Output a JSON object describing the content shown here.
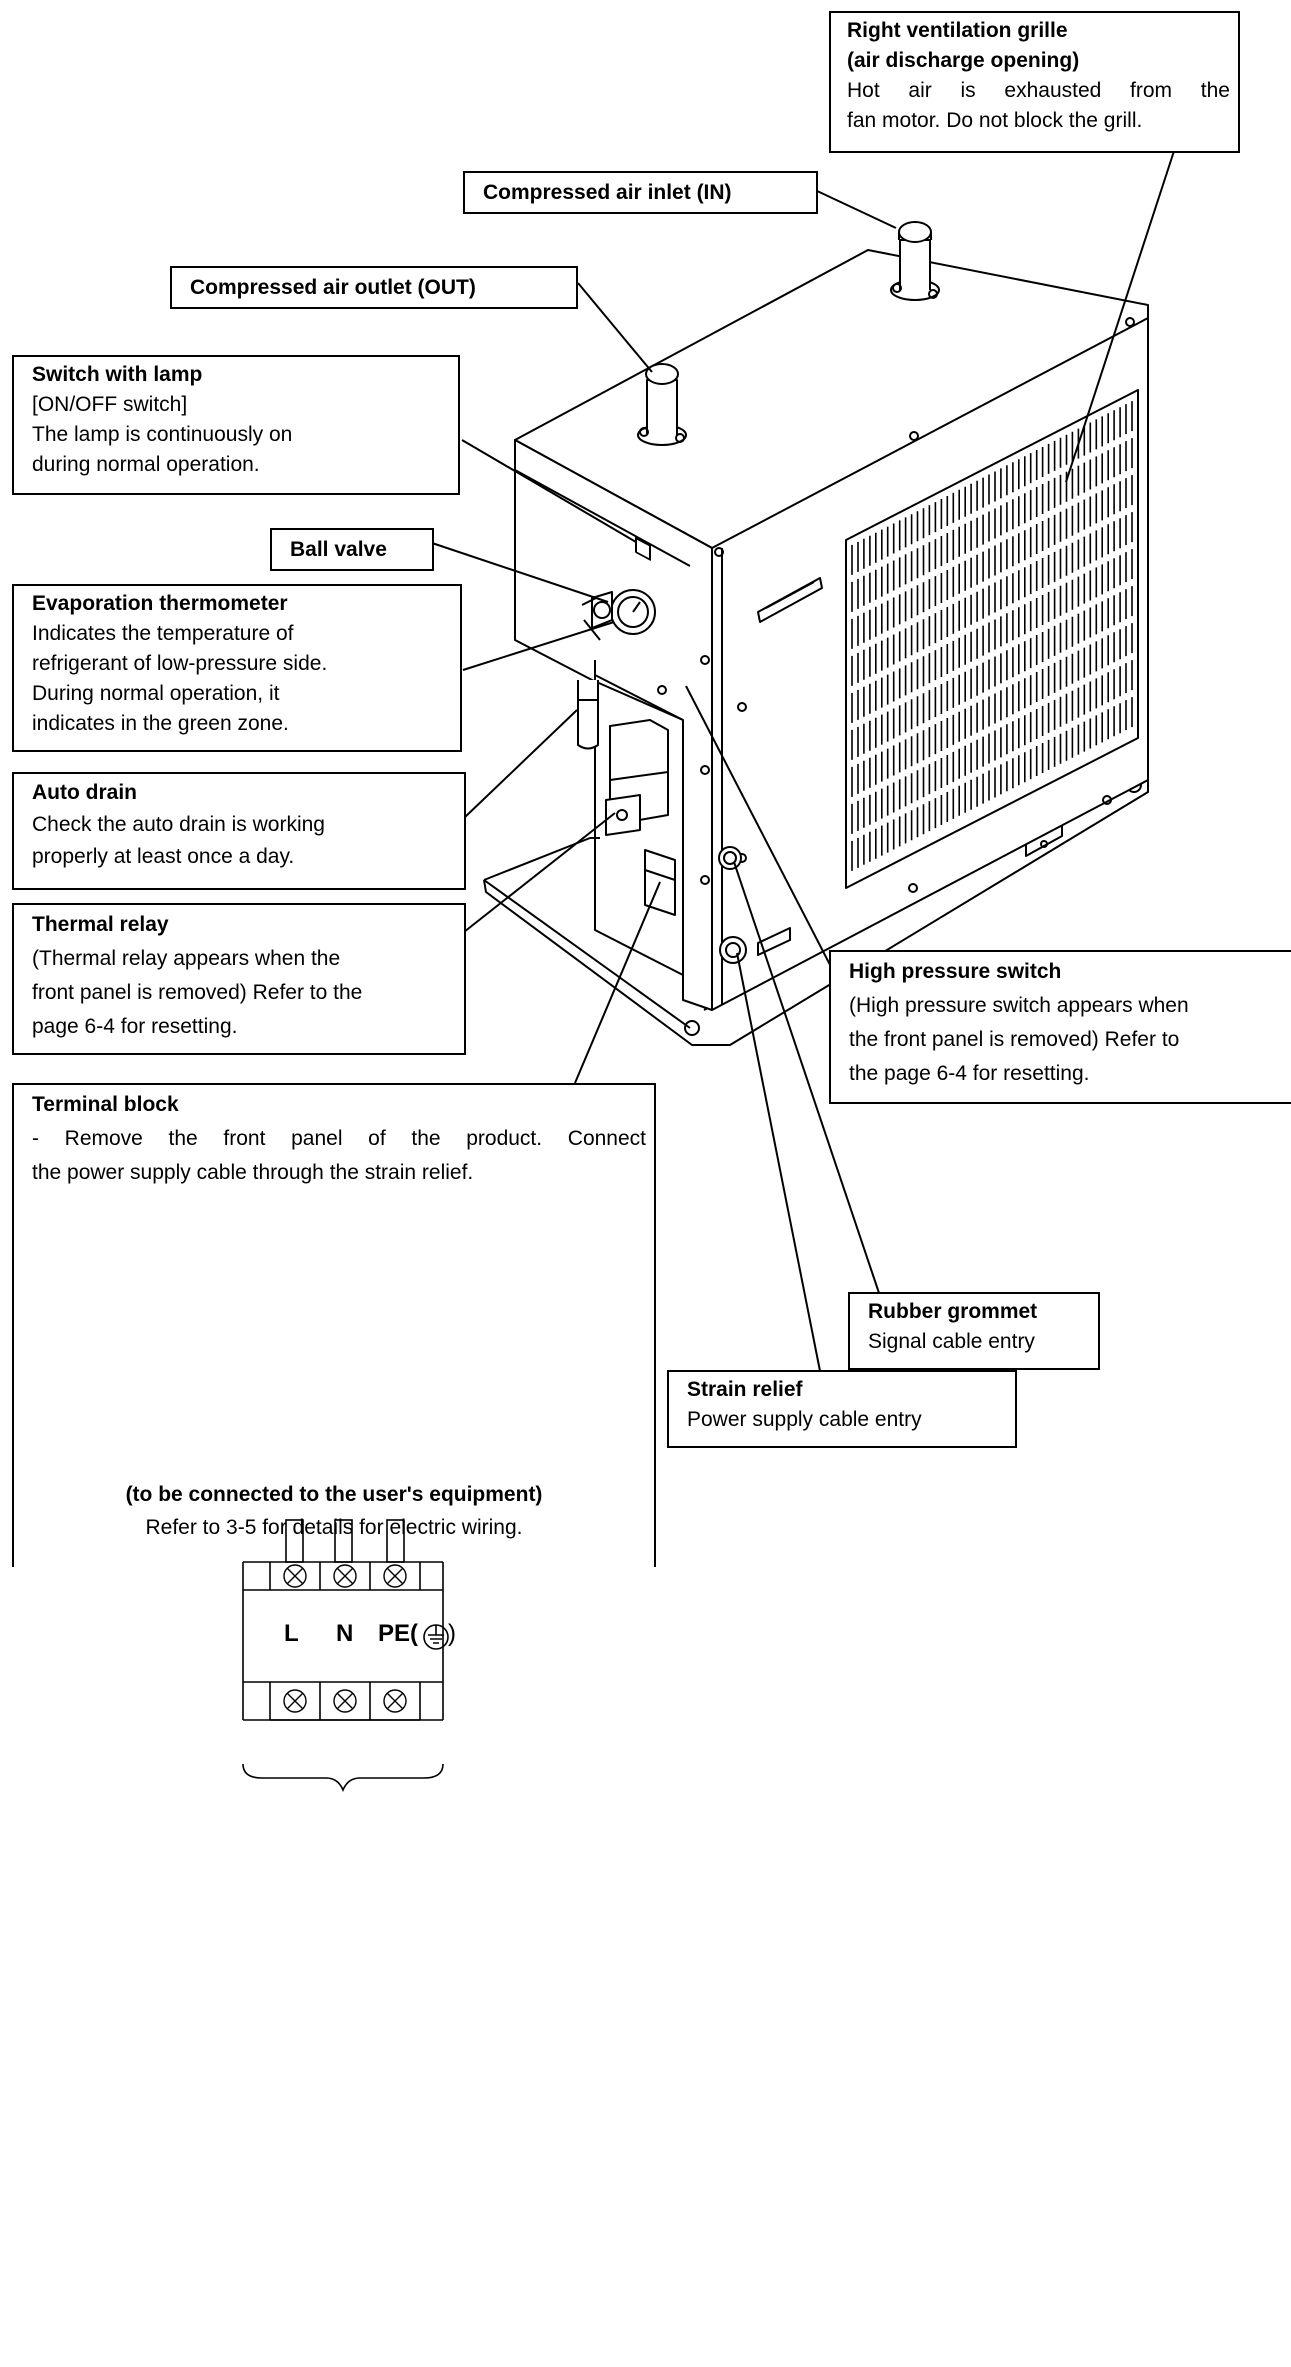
{
  "labels": {
    "right_grille": {
      "title": [
        "Right ventilation grille",
        "(air discharge opening)"
      ],
      "lines": [
        "Hot air is exhausted from the",
        "fan motor. Do not block the grill."
      ]
    },
    "air_inlet": {
      "title": "Compressed air inlet (IN)"
    },
    "air_outlet": {
      "title": "Compressed air outlet (OUT)"
    },
    "switch_lamp": {
      "title": "Switch with lamp",
      "lines": [
        "[ON/OFF switch]",
        "The lamp is continuously on",
        "during normal operation."
      ]
    },
    "ball_valve": {
      "title": "Ball valve"
    },
    "evap_thermometer": {
      "title": "Evaporation thermometer",
      "lines": [
        "Indicates the temperature of",
        "refrigerant of low-pressure side.",
        "During normal operation, it",
        "indicates in the green zone."
      ]
    },
    "auto_drain": {
      "title": "Auto drain",
      "lines": [
        "Check the auto drain is working",
        "properly at least once a day."
      ]
    },
    "thermal_relay": {
      "title": "Thermal relay",
      "lines": [
        "(Thermal relay appears when the",
        "front panel is removed) Refer to the",
        "page 6-4 for resetting."
      ]
    },
    "high_pressure": {
      "title": "High pressure switch",
      "lines": [
        "(High pressure switch appears when",
        "the front panel is removed) Refer to",
        "the page 6-4 for resetting."
      ]
    },
    "terminal_block": {
      "title": "Terminal block",
      "lines": [
        "- Remove the front panel of the product. Connect",
        "the power supply cable through the strain relief."
      ],
      "terminals": [
        "L",
        "N",
        "PE("
      ],
      "terminal_close": ")",
      "caption": "(to be connected to the user's equipment)",
      "note": "Refer to 3-5 for details for electric wiring."
    },
    "rubber_grommet": {
      "title": "Rubber grommet",
      "lines": [
        "Signal cable entry"
      ]
    },
    "strain_relief": {
      "title": "Strain relief",
      "lines": [
        "Power supply cable entry"
      ]
    }
  },
  "icons": {
    "earth": "protective-earth-icon",
    "terminal_screw": "terminal-screw-icon"
  }
}
